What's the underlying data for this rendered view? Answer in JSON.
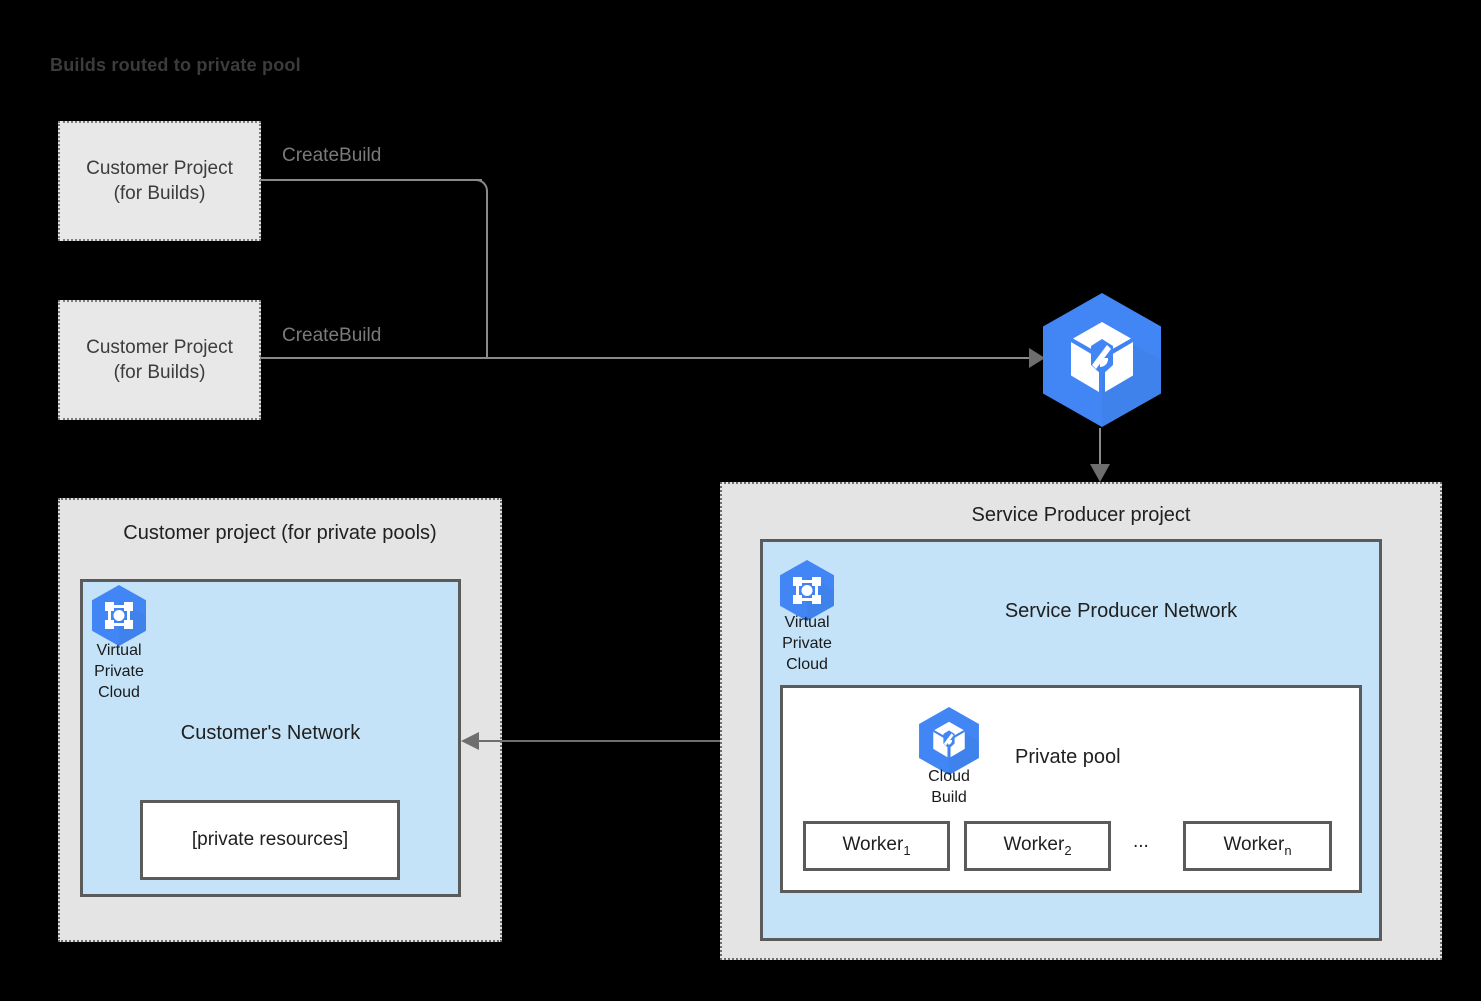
{
  "title": "Builds routed to private pool",
  "colors": {
    "background": "#000000",
    "project_fill": "#e4e4e4",
    "network_fill": "#c4e3f8",
    "gcp_blue": "#4285f4",
    "border_gray": "#5b5b5b",
    "line_gray": "#6e6e6e",
    "title_text": "#3c3c3c"
  },
  "customer_build_projects": [
    {
      "line1": "Customer Project",
      "line2": "(for Builds)",
      "edge_label": "CreateBuild"
    },
    {
      "line1": "Customer Project",
      "line2": "(for Builds)",
      "edge_label": "CreateBuild"
    }
  ],
  "cloud_build_service": {
    "icon": "cloud-build-icon"
  },
  "customer_project": {
    "title": "Customer project (for private pools)",
    "network": {
      "title": "Customer's Network",
      "vpc_icon_caption": "Virtual\nPrivate\nCloud",
      "vpc_caption_lines": [
        "Virtual",
        "Private",
        "Cloud"
      ],
      "resources_box": "[private resources]"
    }
  },
  "service_producer_project": {
    "title": "Service Producer project",
    "network": {
      "title": "Service Producer Network",
      "vpc_caption_lines": [
        "Virtual",
        "Private",
        "Cloud"
      ],
      "private_pool": {
        "title": "Private pool",
        "cloud_build_caption_lines": [
          "Cloud",
          "Build"
        ],
        "workers": [
          {
            "label": "Worker",
            "subscript": "1"
          },
          {
            "label": "Worker",
            "subscript": "2"
          },
          {
            "label": "Worker",
            "subscript": "n"
          }
        ],
        "ellipsis": "..."
      }
    }
  },
  "connections": {
    "create_build_to_service": "CreateBuild",
    "network_peering_bidirectional": true
  }
}
